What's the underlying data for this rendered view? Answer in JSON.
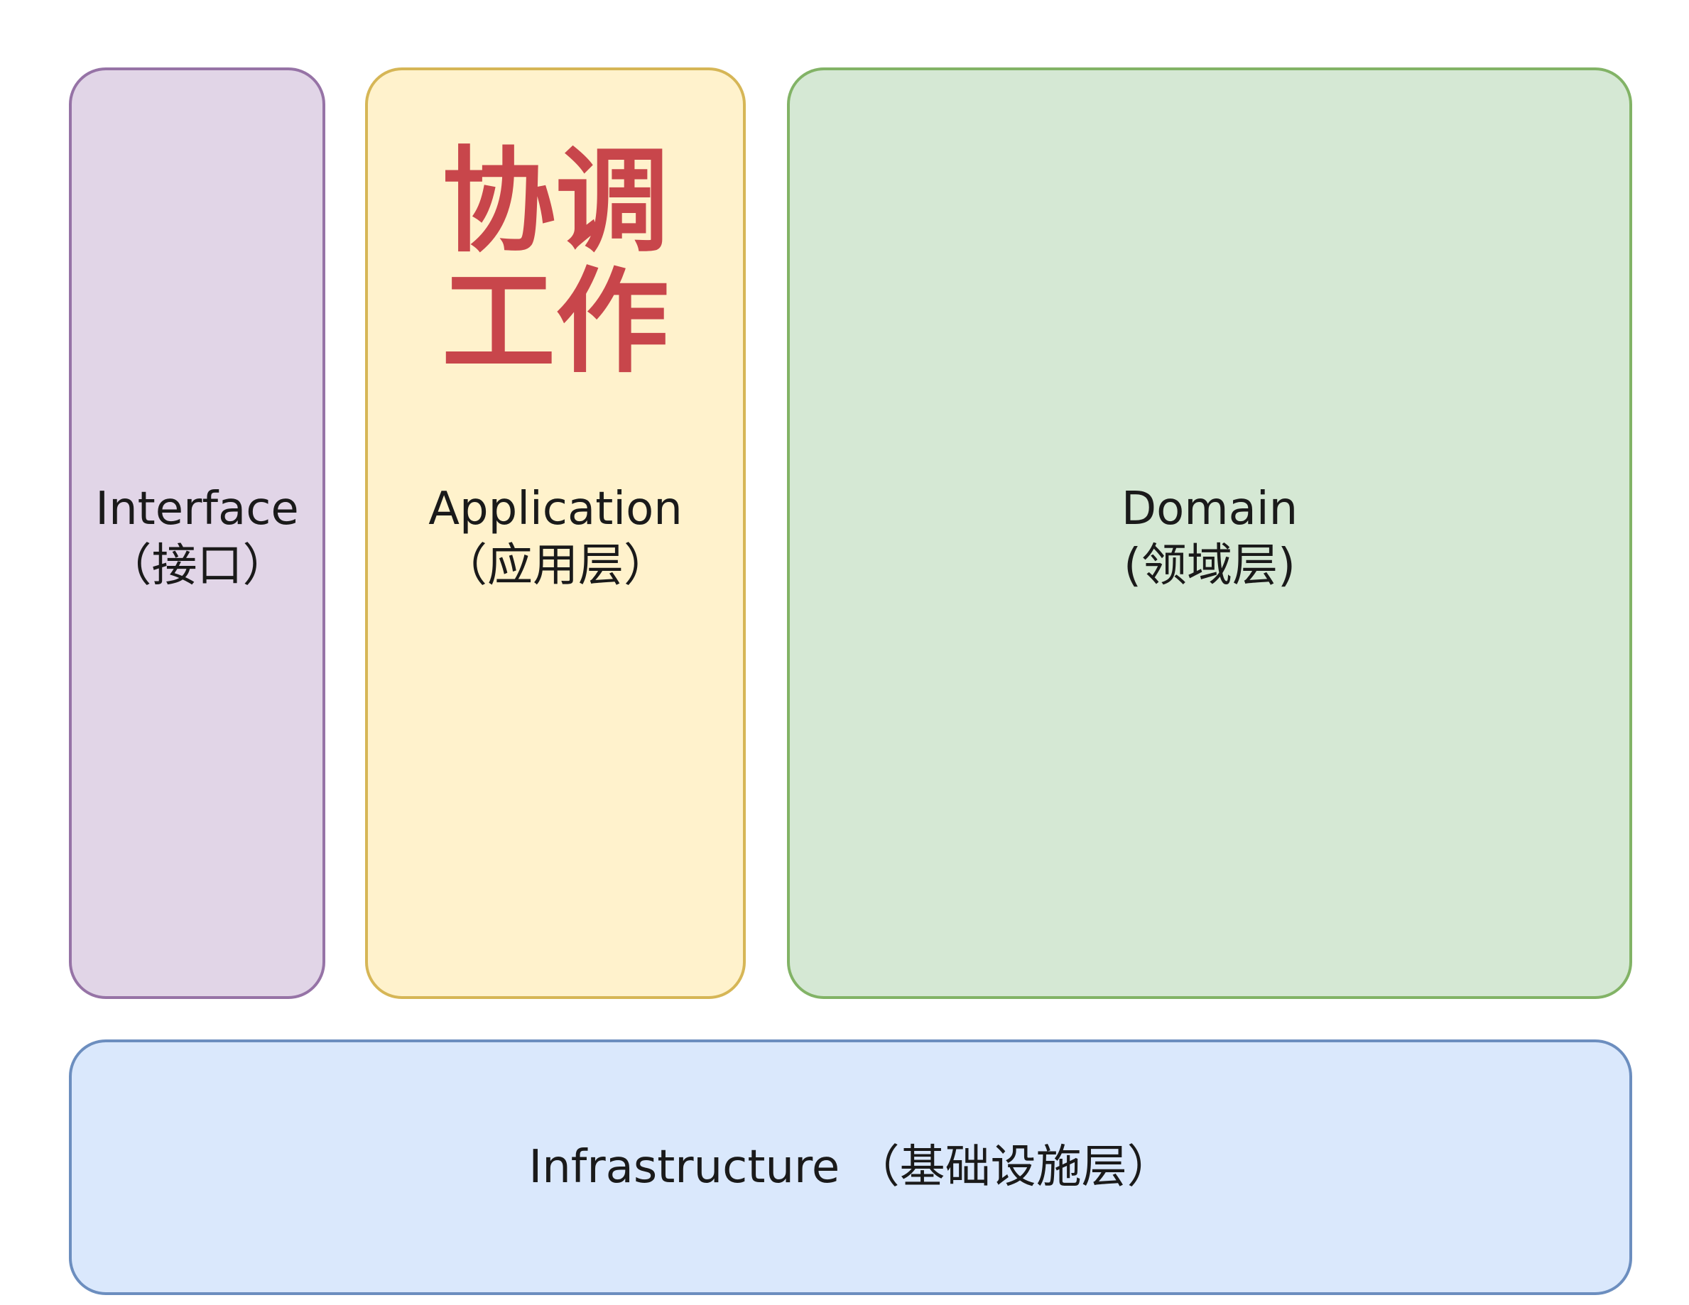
{
  "diagram": {
    "layers": {
      "interface": {
        "name": "Interface",
        "subtitle": "（接口）",
        "fill_color": "#e1d5e7",
        "border_color": "#9673a6"
      },
      "application": {
        "name": "Application",
        "subtitle": "（应用层）",
        "annotation_line1": "协调",
        "annotation_line2": "工作",
        "annotation_color": "#c8464b",
        "fill_color": "#fff2cc",
        "border_color": "#d6b656"
      },
      "domain": {
        "name": "Domain",
        "subtitle": "(领域层)",
        "fill_color": "#d5e8d4",
        "border_color": "#82b366"
      },
      "infrastructure": {
        "label": "Infrastructure （基础设施层）",
        "fill_color": "#dae8fc",
        "border_color": "#6c8ebf"
      }
    }
  }
}
